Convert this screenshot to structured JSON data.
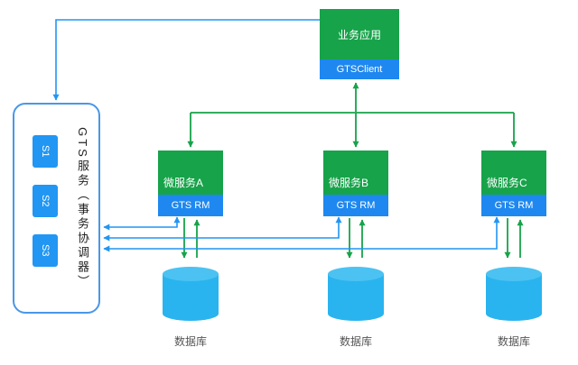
{
  "app": {
    "label": "业务应用",
    "client": "GTSClient"
  },
  "coordinator": {
    "label": "GTS服务（事务协调器）",
    "steps": [
      "S1",
      "S2",
      "S3"
    ]
  },
  "services": [
    {
      "name": "微服务A",
      "rm": "GTS RM"
    },
    {
      "name": "微服务B",
      "rm": "GTS RM"
    },
    {
      "name": "微服务C",
      "rm": "GTS RM"
    }
  ],
  "databases": [
    "数据库",
    "数据库",
    "数据库"
  ],
  "colors": {
    "green": "#17a34a",
    "blue": "#2196f3",
    "strip_blue": "#1e88f0",
    "cyan": "#29b4ef",
    "border_blue": "#4a97e8"
  }
}
